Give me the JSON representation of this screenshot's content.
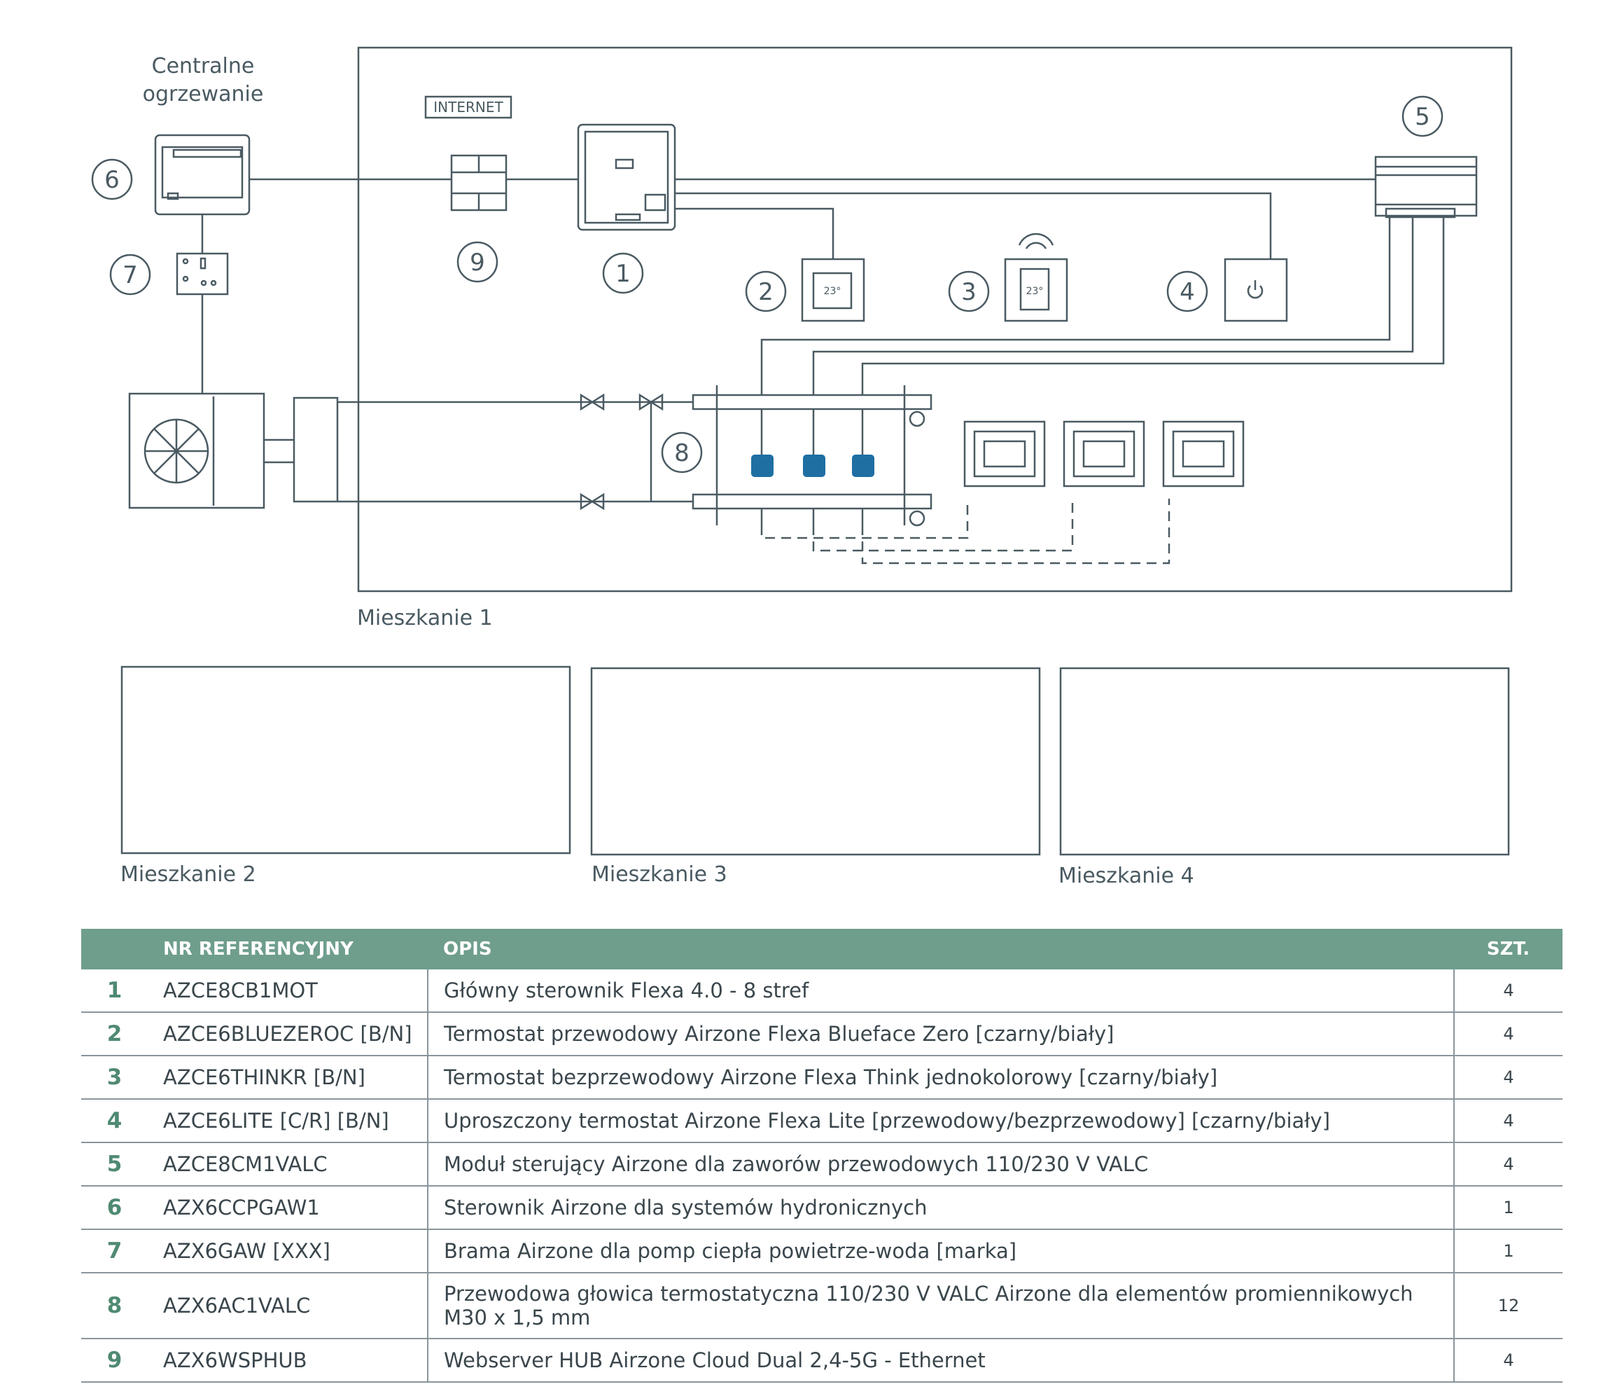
{
  "labels": {
    "central_heating": [
      "Centralne",
      "ogrzewanie"
    ],
    "internet": "INTERNET",
    "thermostat_temp": "23°",
    "apartments": [
      "Mieszkanie 1",
      "Mieszkanie 2",
      "Mieszkanie 3",
      "Mieszkanie 4"
    ]
  },
  "callouts": [
    "1",
    "2",
    "3",
    "4",
    "5",
    "6",
    "7",
    "8",
    "9"
  ],
  "colors": {
    "line": "#4a5a62",
    "actuator": "#1f6fa3",
    "table_header": "#6f9e8d",
    "row_number": "#4f8a72"
  },
  "table": {
    "headers": {
      "ref": "NR REFERENCYJNY",
      "desc": "OPIS",
      "qty": "SZT."
    },
    "rows": [
      {
        "n": "1",
        "ref": "AZCE8CB1MOT",
        "desc": "Główny sterownik Flexa 4.0 - 8 stref",
        "qty": "4"
      },
      {
        "n": "2",
        "ref": "AZCE6BLUEZEROC [B/N]",
        "desc": "Termostat przewodowy Airzone Flexa Blueface Zero [czarny/biały]",
        "qty": "4"
      },
      {
        "n": "3",
        "ref": "AZCE6THINKR [B/N]",
        "desc": "Termostat bezprzewodowy Airzone Flexa Think jednokolorowy [czarny/biały]",
        "qty": "4"
      },
      {
        "n": "4",
        "ref": "AZCE6LITE [C/R] [B/N]",
        "desc": "Uproszczony termostat Airzone Flexa Lite [przewodowy/bezprzewodowy] [czarny/biały]",
        "qty": "4"
      },
      {
        "n": "5",
        "ref": "AZCE8CM1VALC",
        "desc": "Moduł sterujący Airzone dla zaworów przewodowych 110/230 V VALC",
        "qty": "4"
      },
      {
        "n": "6",
        "ref": "AZX6CCPGAW1",
        "desc": "Sterownik Airzone dla systemów hydronicznych",
        "qty": "1"
      },
      {
        "n": "7",
        "ref": "AZX6GAW [XXX]",
        "desc": "Brama Airzone dla pomp ciepła powietrze-woda [marka]",
        "qty": "1"
      },
      {
        "n": "8",
        "ref": "AZX6AC1VALC",
        "desc": "Przewodowa głowica termostatyczna 110/230 V VALC Airzone dla elementów promiennikowych M30 x 1,5 mm",
        "qty": "12"
      },
      {
        "n": "9",
        "ref": "AZX6WSPHUB",
        "desc": "Webserver HUB Airzone Cloud Dual 2,4-5G - Ethernet",
        "qty": "4"
      }
    ]
  }
}
